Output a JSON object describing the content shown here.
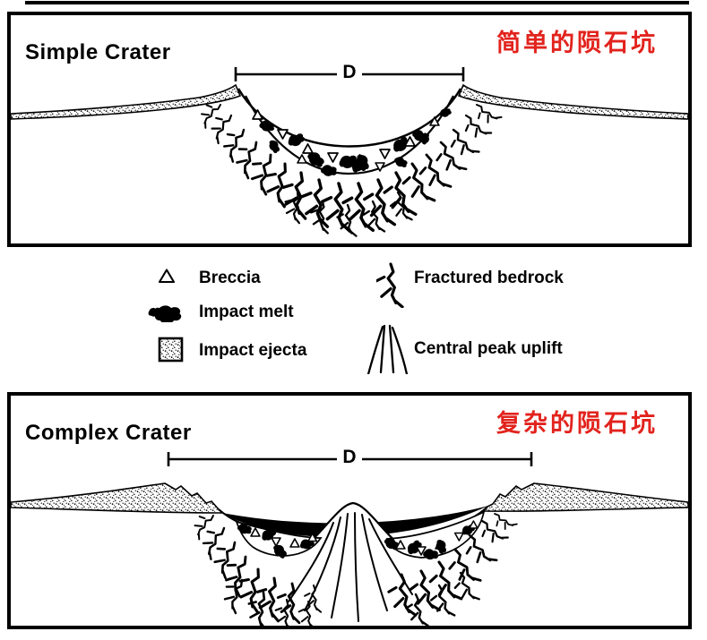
{
  "colors": {
    "ink": "#000000",
    "accent_red": "#e2231d",
    "background": "#ffffff"
  },
  "simple_panel": {
    "title": "Simple Crater",
    "title_zh": "简单的陨石坑",
    "diameter_label": "D"
  },
  "complex_panel": {
    "title": "Complex Crater",
    "title_zh": "复杂的陨石坑",
    "diameter_label": "D"
  },
  "legend": {
    "items": [
      {
        "symbol": "breccia-triangle-icon",
        "label": "Breccia"
      },
      {
        "symbol": "impact-melt-blob-icon",
        "label": "Impact melt"
      },
      {
        "symbol": "impact-ejecta-stipple-icon",
        "label": "Impact ejecta"
      },
      {
        "symbol": "fractured-bedrock-crack-icon",
        "label": "Fractured bedrock"
      },
      {
        "symbol": "central-peak-uplift-icon",
        "label": "Central peak uplift"
      }
    ]
  }
}
